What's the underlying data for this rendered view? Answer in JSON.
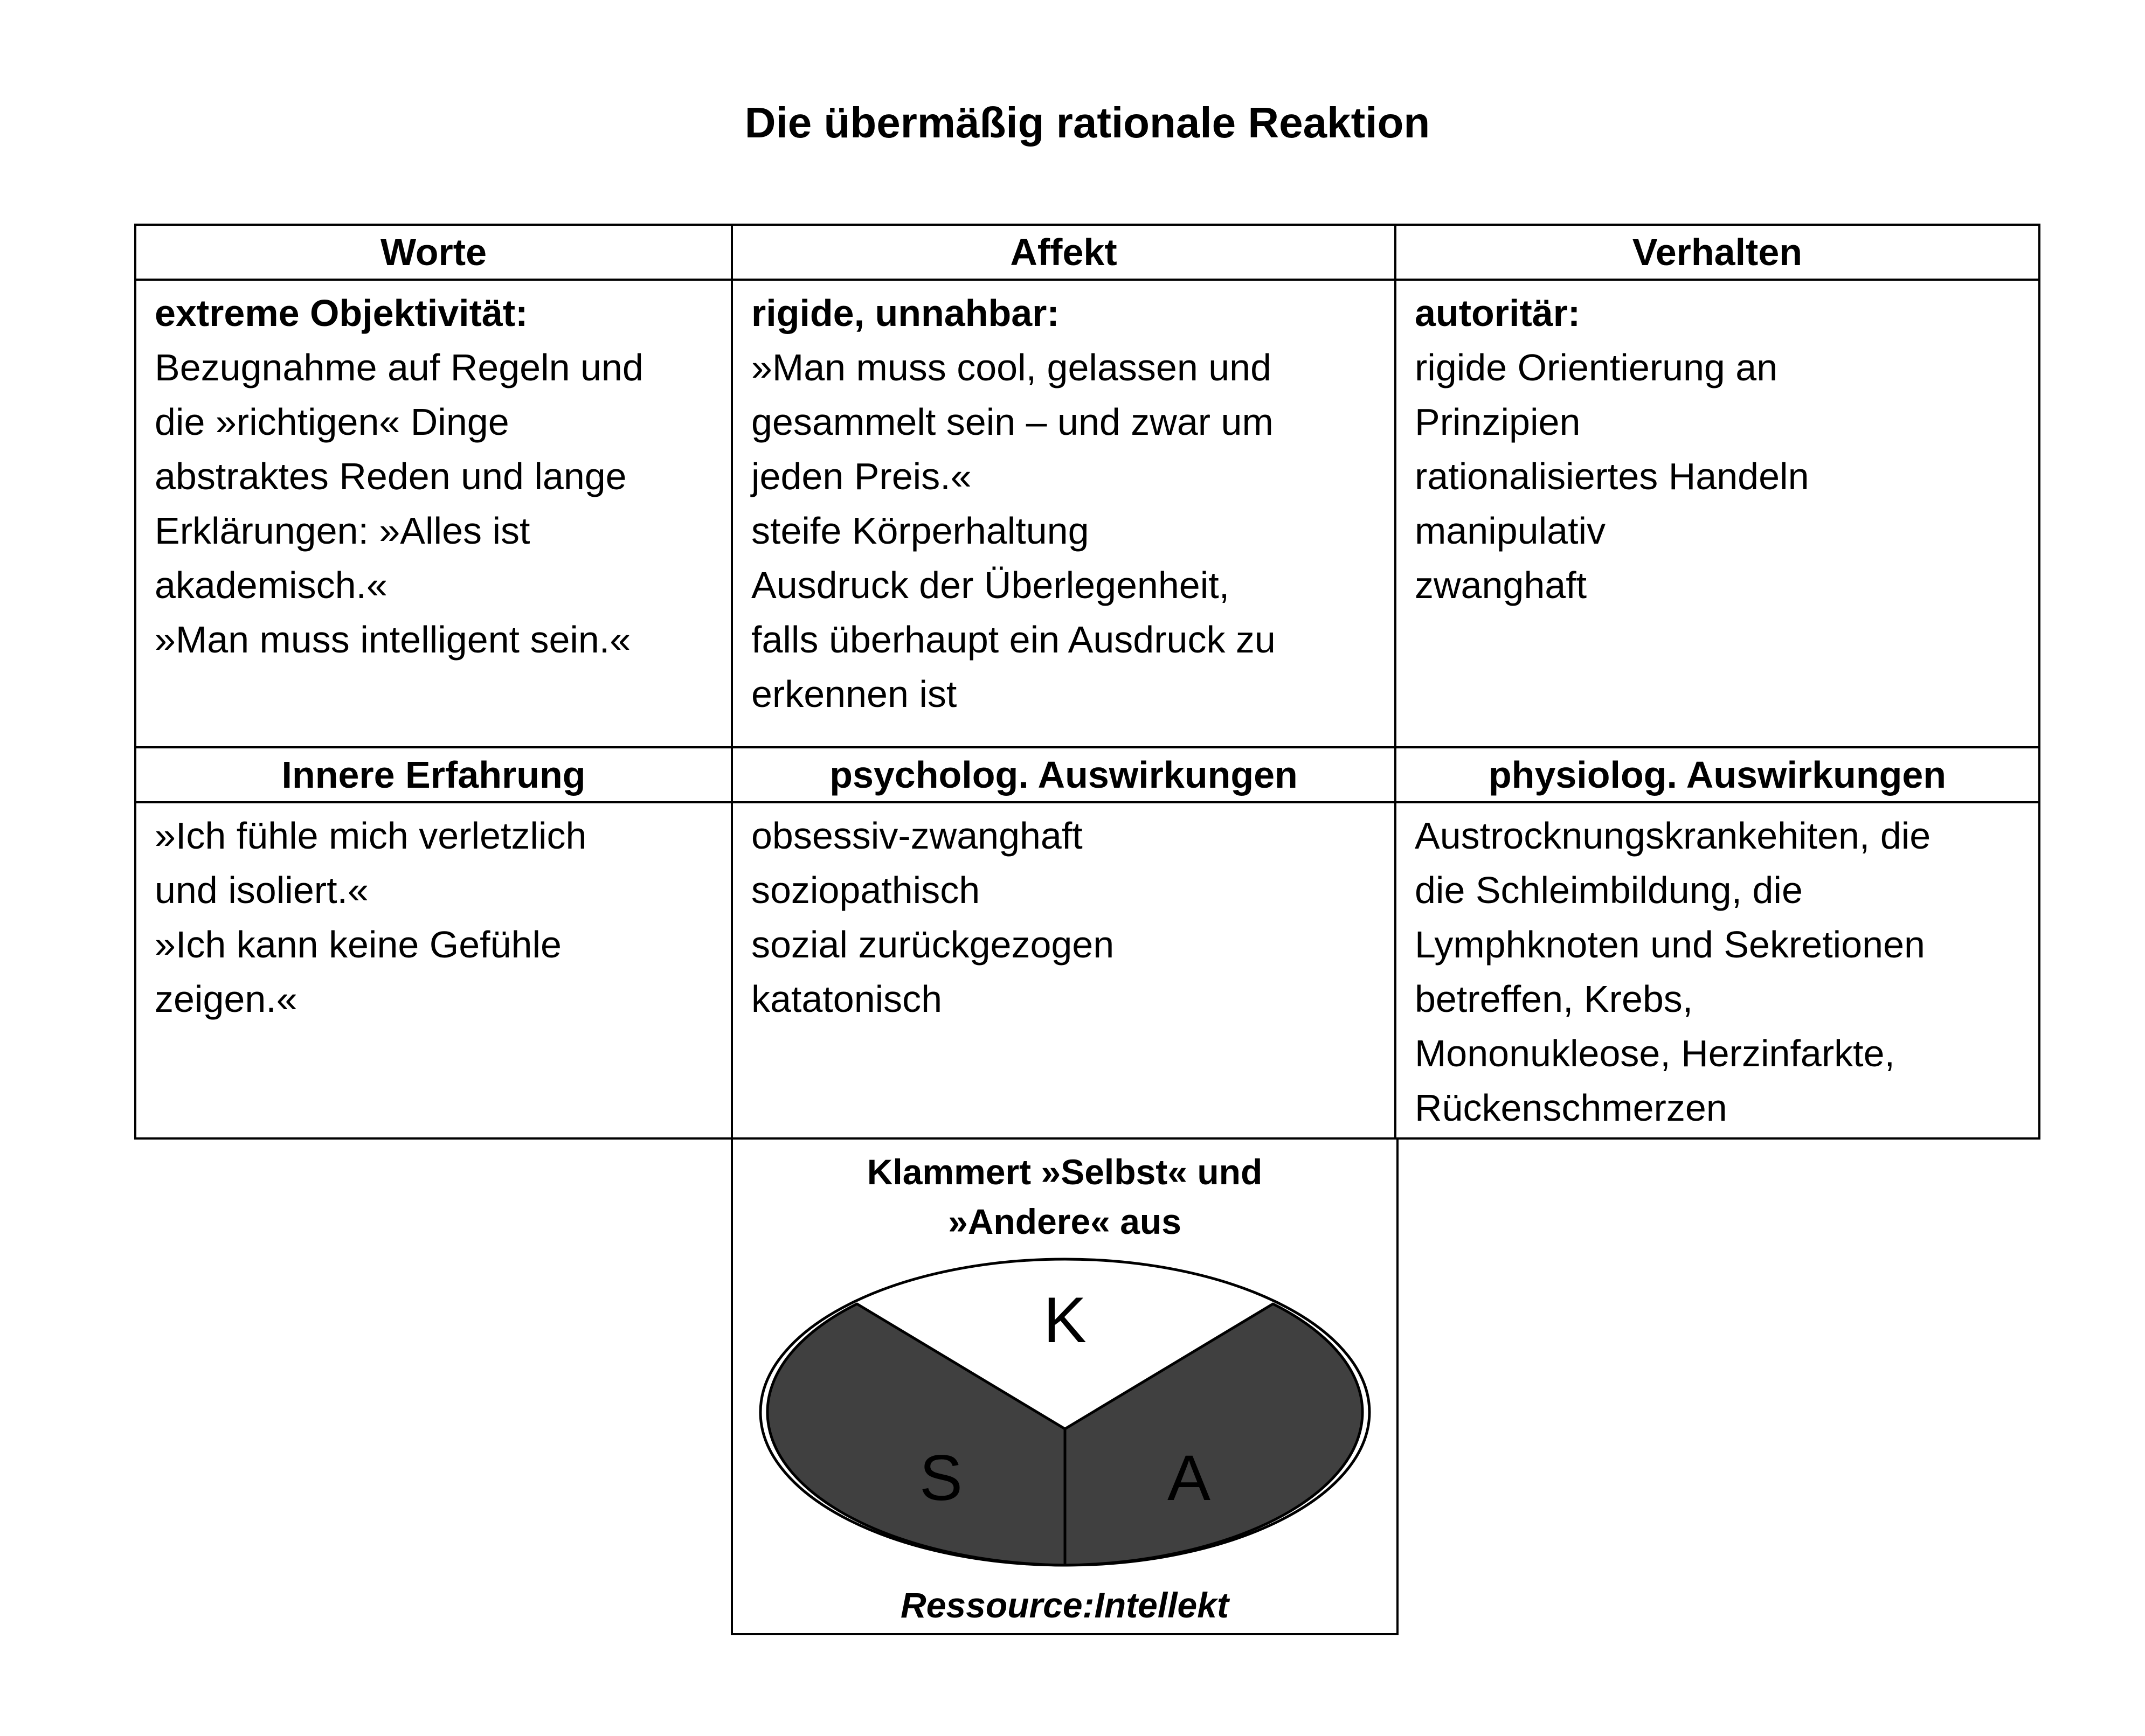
{
  "page": {
    "title": "Die übermäßig rationale Reaktion"
  },
  "table": {
    "headers_top": [
      "Worte",
      "Affekt",
      "Verhalten"
    ],
    "headers_mid": [
      "Innere Erfahrung",
      "psycholog. Auswirkungen",
      "physiolog. Auswirkungen"
    ],
    "cells_top": [
      {
        "lead": "extreme Objektivität:",
        "lines": [
          "Bezugnahme auf Regeln und",
          "die »richtigen« Dinge",
          "abstraktes Reden und lange",
          "Erklärungen: »Alles ist",
          "akademisch.«",
          "»Man muss intelligent sein.«"
        ]
      },
      {
        "lead": "rigide, unnahbar:",
        "lines": [
          "»Man muss cool, gelassen und",
          "gesammelt sein – und zwar um",
          "jeden Preis.«",
          "steife Körperhaltung",
          "Ausdruck der Überlegenheit,",
          "falls überhaupt ein Ausdruck zu",
          "erkennen ist"
        ]
      },
      {
        "lead": "autoritär:",
        "lines": [
          "rigide Orientierung an",
          "Prinzipien",
          "rationalisiertes Handeln",
          "manipulativ",
          "zwanghaft"
        ]
      }
    ],
    "cells_mid": [
      {
        "lines": [
          "»Ich fühle mich verletzlich",
          "und isoliert.«",
          "»Ich kann keine Gefühle",
          "zeigen.«"
        ]
      },
      {
        "lines": [
          "obsessiv-zwanghaft",
          "soziopathisch",
          "sozial zurückgezogen",
          "katatonisch"
        ]
      },
      {
        "lines": [
          "Austrocknungskrankehiten, die",
          "die Schleimbildung, die",
          "Lymphknoten und Sekretionen",
          "betreffen, Krebs,",
          "Mononukleose, Herzinfarkte,",
          "Rückenschmerzen"
        ]
      }
    ]
  },
  "bottom": {
    "heading_lines": [
      "Klammert »Selbst« und",
      "»Andere« aus"
    ],
    "caption": "Ressource:Intellekt",
    "diagram": {
      "label_top": "K",
      "label_left": "S",
      "label_right": "A",
      "sector_fill": "#404040",
      "outline_color": "#000000"
    }
  }
}
